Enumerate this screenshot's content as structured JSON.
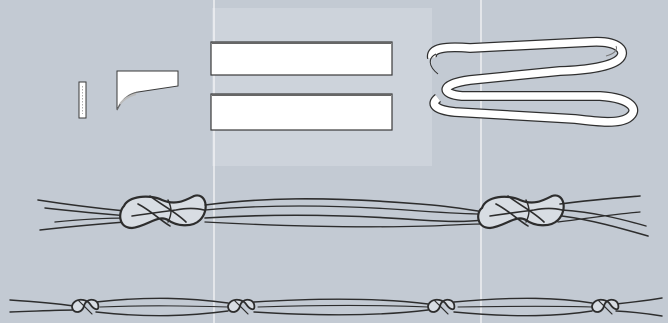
{
  "figure": {
    "background": "#c3cad3",
    "panel_background": "#cdd3db",
    "guide_line_color": "#ffffff",
    "strip_fill": "#ffffff",
    "strip_stroke": "#3a3a3a",
    "stitch_color": "#3d8fd6",
    "knot_stroke": "#2d2d2d",
    "items": [
      "narrow-strip",
      "folded-tab",
      "blank-strip",
      "stitched-strip",
      "looped-band",
      "square-knot-rope",
      "chained-knot-rope"
    ]
  }
}
